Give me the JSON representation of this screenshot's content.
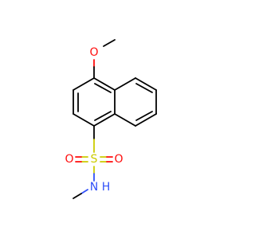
{
  "molecule": {
    "atom_labels": {
      "methoxy_oxygen": "O",
      "sulfur": "S",
      "sulfonyl_oxygen_left": "O",
      "sulfonyl_oxygen_right": "O",
      "amide_nitrogen": "N",
      "amide_hydrogen": "H"
    },
    "colors": {
      "carbon_bond": "#000000",
      "oxygen": "#ff0d0d",
      "sulfur": "#cccc00",
      "nitrogen": "#3050f8",
      "background": "#ffffff"
    }
  }
}
